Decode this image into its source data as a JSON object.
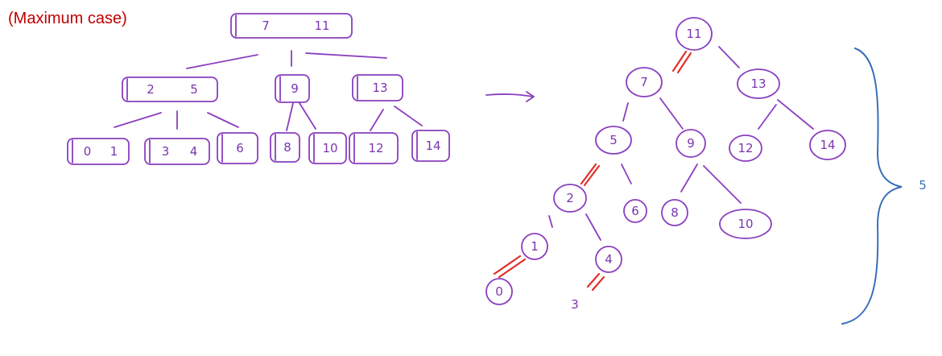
{
  "title": "(Maximum case)",
  "colors": {
    "title": "#c00000",
    "ink": "#8a3fbf",
    "highlight": "#e0302a",
    "brace": "#3a70b8"
  },
  "btree": {
    "root": [
      "7",
      "11"
    ],
    "level1": [
      [
        "2",
        "5"
      ],
      [
        "9"
      ],
      [
        "13"
      ]
    ],
    "leaves": [
      [
        "0",
        "1"
      ],
      [
        "3",
        "4"
      ],
      [
        "6"
      ],
      [
        "8"
      ],
      [
        "10"
      ],
      [
        "12"
      ],
      [
        "14"
      ]
    ]
  },
  "rbtree": {
    "nodes": [
      "11",
      "7",
      "13",
      "5",
      "9",
      "12",
      "14",
      "2",
      "6",
      "8",
      "10",
      "1",
      "4",
      "0",
      "3"
    ]
  },
  "height_label": "5"
}
